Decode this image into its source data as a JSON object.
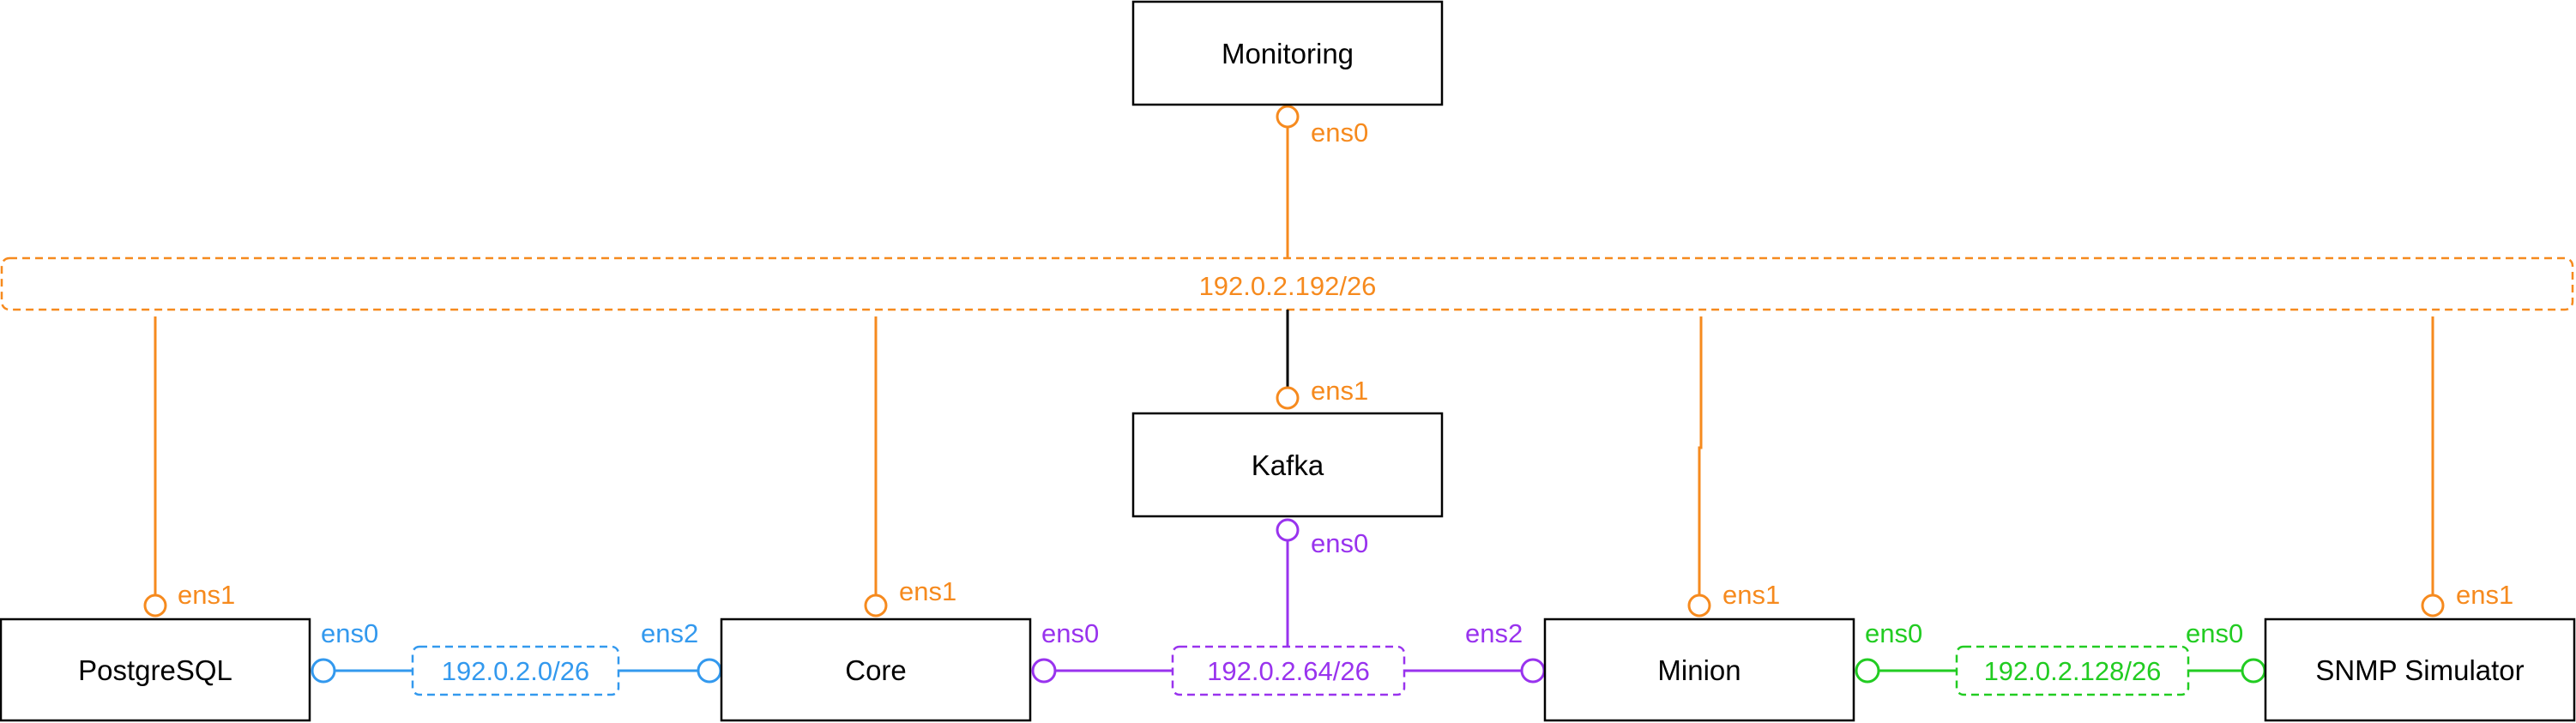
{
  "colors": {
    "mgmt": "#F68A1E",
    "db": "#3399EE",
    "kafka": "#9933EE",
    "snmp": "#22CC22",
    "line": "#000000"
  },
  "nodes": {
    "monitoring": "Monitoring",
    "kafka": "Kafka",
    "postgresql": "PostgreSQL",
    "core": "Core",
    "minion": "Minion",
    "snmp_simulator": "SNMP Simulator"
  },
  "networks": {
    "mgmt": "192.0.2.192/26",
    "db": "192.0.2.0/26",
    "kafka": "192.0.2.64/26",
    "snmp": "192.0.2.128/26"
  },
  "interfaces": {
    "monitoring_ens0": "ens0",
    "kafka_ens1": "ens1",
    "kafka_ens0": "ens0",
    "postgresql_ens1": "ens1",
    "postgresql_ens0": "ens0",
    "core_ens1": "ens1",
    "core_ens2": "ens2",
    "core_ens0": "ens0",
    "minion_ens1": "ens1",
    "minion_ens2": "ens2",
    "minion_ens0": "ens0",
    "snmp_ens1": "ens1",
    "snmp_ens0": "ens0"
  }
}
